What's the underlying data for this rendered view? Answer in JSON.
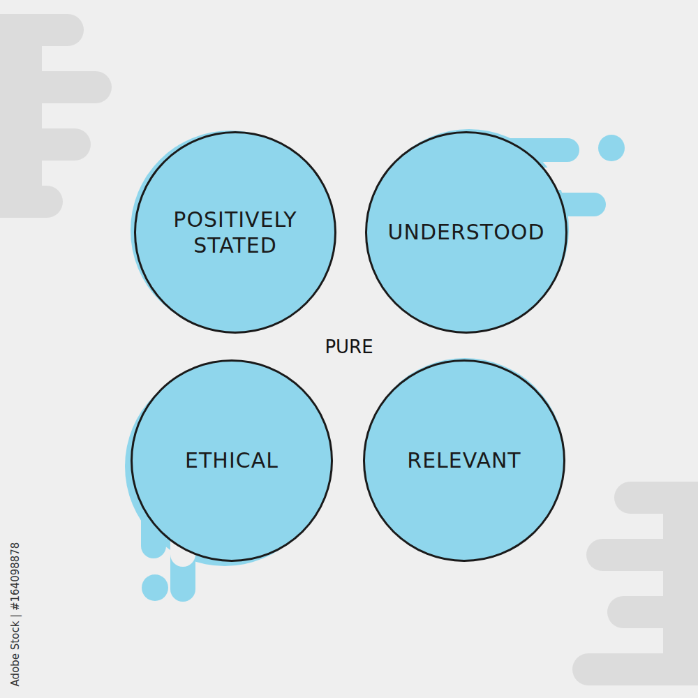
{
  "diagram": {
    "nodes": [
      {
        "text": [
          "POSITIVELY STATED"
        ]
      },
      {
        "text": [
          "UNDERSTOOD"
        ]
      },
      {
        "text": [
          "ETHICAL"
        ]
      },
      {
        "text": [
          "RELEVANT"
        ]
      }
    ],
    "labels": [
      "PURE",
      "Adobe Stock | #164098878"
    ]
  }
}
